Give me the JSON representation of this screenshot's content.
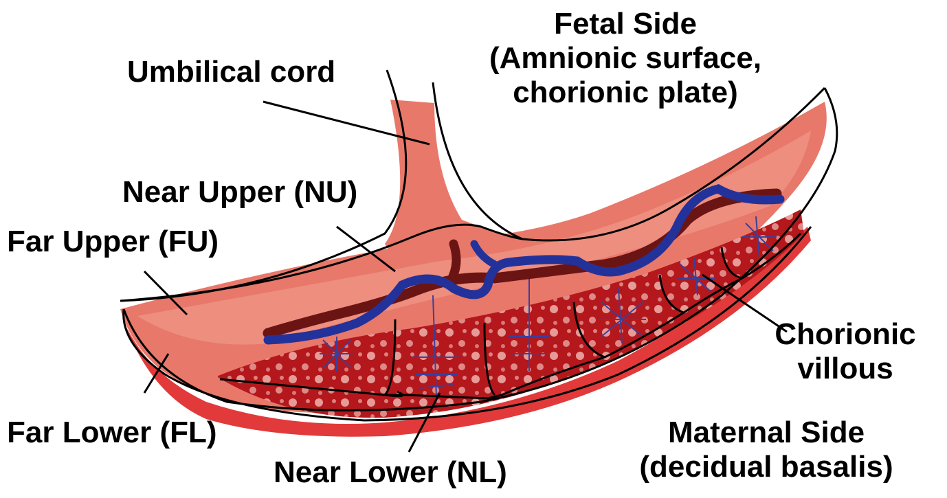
{
  "labels": {
    "fetal_side": {
      "title": "Fetal Side",
      "line1": "(Amnionic surface,",
      "line2": "chorionic plate)"
    },
    "umbilical_cord": "Umbilical cord",
    "near_upper": "Near Upper (NU)",
    "far_upper": "Far Upper (FU)",
    "chorionic_villous": {
      "line1": "Chorionic",
      "line2": "villous"
    },
    "far_lower": "Far Lower (FL)",
    "near_lower": "Near Lower (NL)",
    "maternal_side": {
      "title": "Maternal Side",
      "line1": "(decidual basalis)"
    }
  },
  "colors": {
    "placenta_fill": "#e8786a",
    "placenta_light": "#f0a090",
    "decidua": "#e23a3a",
    "villous_tissue": "#b4181c",
    "villous_spots": "#f6c7c0",
    "vein_blue": "#23329a",
    "artery_brown": "#6b1414",
    "capillary": "#3a3f9c",
    "outline": "#000000"
  }
}
